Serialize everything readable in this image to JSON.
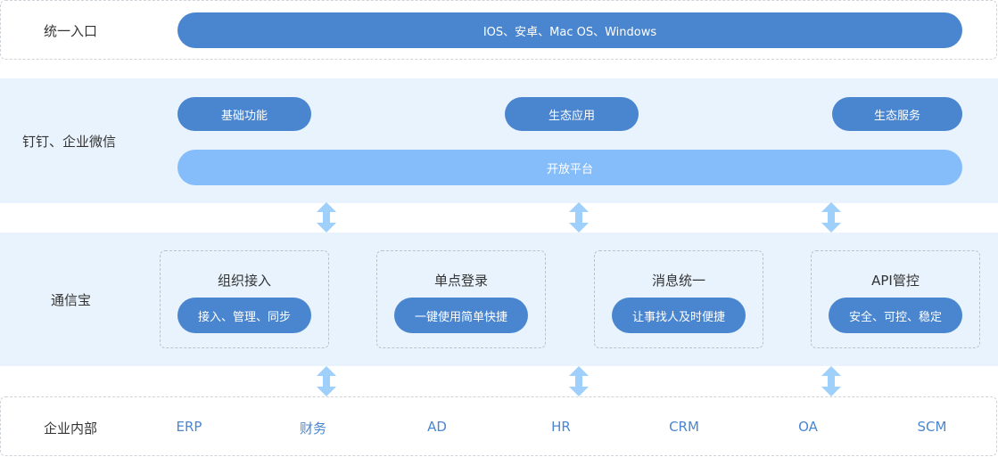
{
  "entry": {
    "label": "统一入口",
    "platforms": "IOS、安卓、Mac OS、Windows"
  },
  "dingtalk": {
    "label": "钉钉、企业微信",
    "buttons": [
      "基础功能",
      "生态应用",
      "生态服务"
    ],
    "open_platform": "开放平台"
  },
  "txb": {
    "label": "通信宝",
    "cards": [
      {
        "title": "组织接入",
        "desc": "接入、管理、同步"
      },
      {
        "title": "单点登录",
        "desc": "一键使用简单快捷"
      },
      {
        "title": "消息统一",
        "desc": "让事找人及时便捷"
      },
      {
        "title": "API管控",
        "desc": "安全、可控、稳定"
      }
    ]
  },
  "enterprise": {
    "label": "企业内部",
    "systems": [
      "ERP",
      "财务",
      "AD",
      "HR",
      "CRM",
      "OA",
      "SCM"
    ]
  },
  "colors": {
    "pill_dark": "#4a86cf",
    "pill_light": "#85bdfa",
    "band_fill": "#e8f3fd",
    "arrow": "#9fd0fb",
    "system_text": "#4a86cf"
  },
  "icons": {
    "connector": "double-headed-vertical-arrow"
  }
}
